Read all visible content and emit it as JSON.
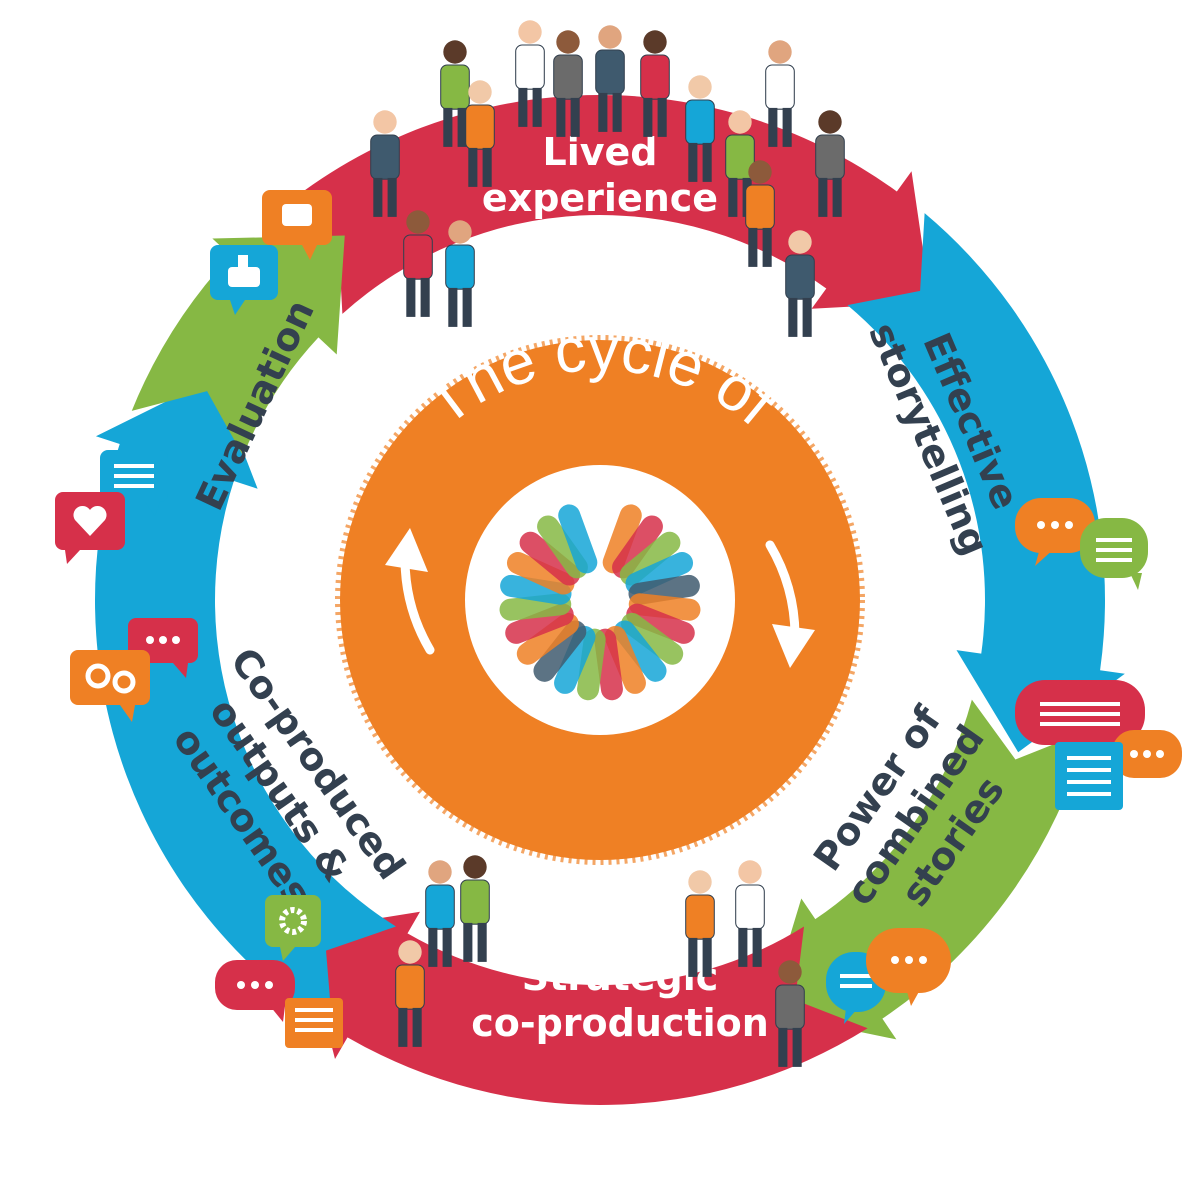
{
  "center": {
    "title_line1": "The cycle of",
    "title_line2": "co-production",
    "ring_color": "#ef8024"
  },
  "segments": [
    {
      "id": "lived",
      "lines": [
        "Lived",
        "experience"
      ],
      "color": "#d6304a",
      "text_color": "#ffffff"
    },
    {
      "id": "storytelling",
      "lines": [
        "Effective",
        "storytelling"
      ],
      "color": "#15a6d7",
      "text_color": "#33404f"
    },
    {
      "id": "combined",
      "lines": [
        "Power of",
        "combined",
        "stories"
      ],
      "color": "#86b844",
      "text_color": "#33404f"
    },
    {
      "id": "strategic",
      "lines": [
        "Strategic",
        "co-production"
      ],
      "color": "#d6304a",
      "text_color": "#ffffff"
    },
    {
      "id": "outputs",
      "lines": [
        "Co-produced",
        "outputs &",
        "outcomes"
      ],
      "color": "#15a6d7",
      "text_color": "#33404f"
    },
    {
      "id": "evaluation",
      "lines": [
        "Evaluation"
      ],
      "color": "#86b844",
      "text_color": "#33404f"
    }
  ],
  "logo_colors": [
    "#ef8024",
    "#d6304a",
    "#86b844",
    "#15a6d7",
    "#3f5a6e",
    "#ef8024",
    "#d6304a",
    "#86b844",
    "#15a6d7"
  ],
  "icons": [
    "thumbs-down-bubble-icon",
    "thumbs-up-bubble-icon",
    "text-bubble-icon",
    "heart-bubble-icon",
    "ellipsis-bubble-icon",
    "gears-bubble-icon",
    "gear-bubble-icon",
    "ellipsis-bubble-icon",
    "document-icon",
    "ellipsis-bubble-icon",
    "text-bubble-icon",
    "text-bubble-icon",
    "ellipsis-bubble-icon",
    "document-icon",
    "text-bubble-icon",
    "ellipsis-bubble-icon"
  ],
  "figure_groups": [
    "people-group-top",
    "people-group-bottom-left",
    "people-group-bottom-right"
  ]
}
